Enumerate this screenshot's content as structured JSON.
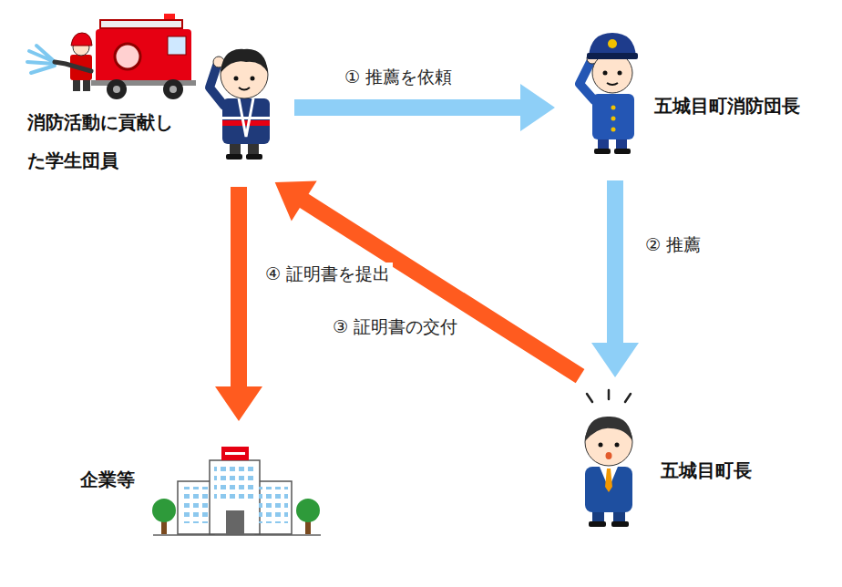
{
  "diagram": {
    "nodes": [
      {
        "text": [
          "消防活動に貢献し た学生団員"
        ]
      },
      {
        "text": [
          "五城目町消防団長"
        ]
      },
      {
        "text": [
          "企業等"
        ]
      },
      {
        "text": [
          "五城目町長"
        ]
      }
    ],
    "edges": [
      {
        "from": 0,
        "to": 1,
        "arrow": "to",
        "label": "① 推薦を依頼"
      },
      {
        "from": 1,
        "to": 3,
        "arrow": "to",
        "label": "② 推薦"
      },
      {
        "from": 3,
        "to": 0,
        "arrow": "to",
        "label": "③ 証明書の交付"
      },
      {
        "from": 0,
        "to": 2,
        "arrow": "to",
        "label": "④ 証明書を提出"
      }
    ]
  }
}
